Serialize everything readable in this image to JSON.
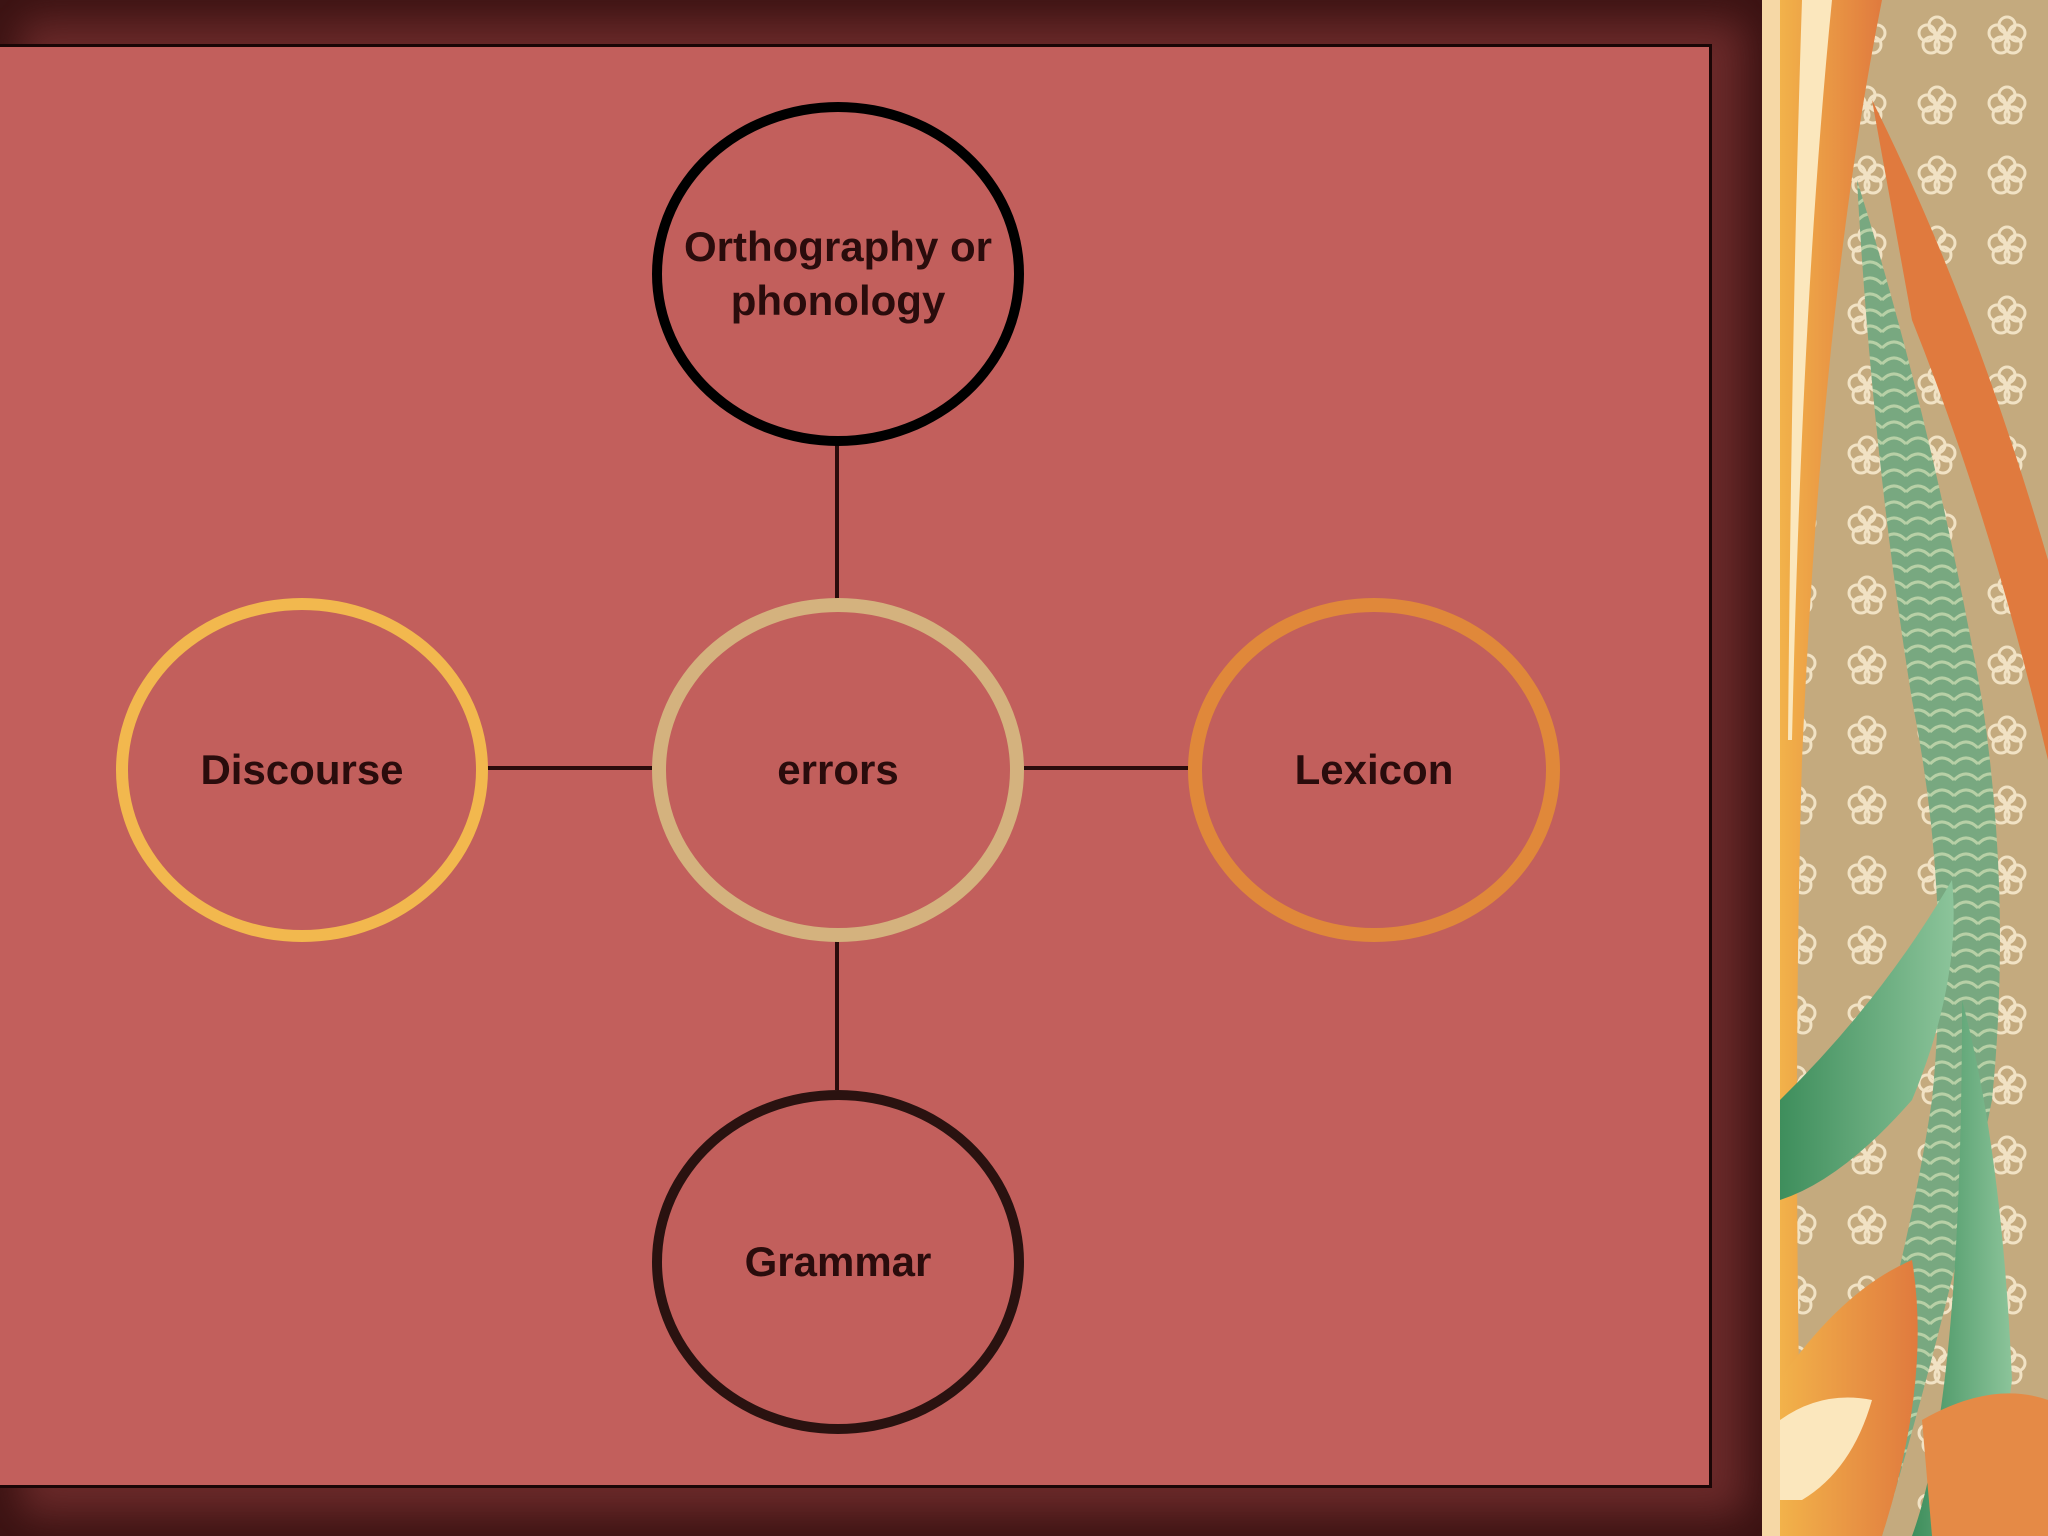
{
  "diagram": {
    "center": {
      "label": "errors",
      "color": "#d4b27e"
    },
    "top": {
      "label": "Orthography or phonology",
      "color": "#000000"
    },
    "left": {
      "label": "Discourse",
      "color": "#f2b84e"
    },
    "right": {
      "label": "Lexicon",
      "color": "#e0883a"
    },
    "bottom": {
      "label": "Grammar",
      "color": "#2a1210"
    }
  },
  "decoration": {
    "icon": "floral-fabric-drape"
  }
}
